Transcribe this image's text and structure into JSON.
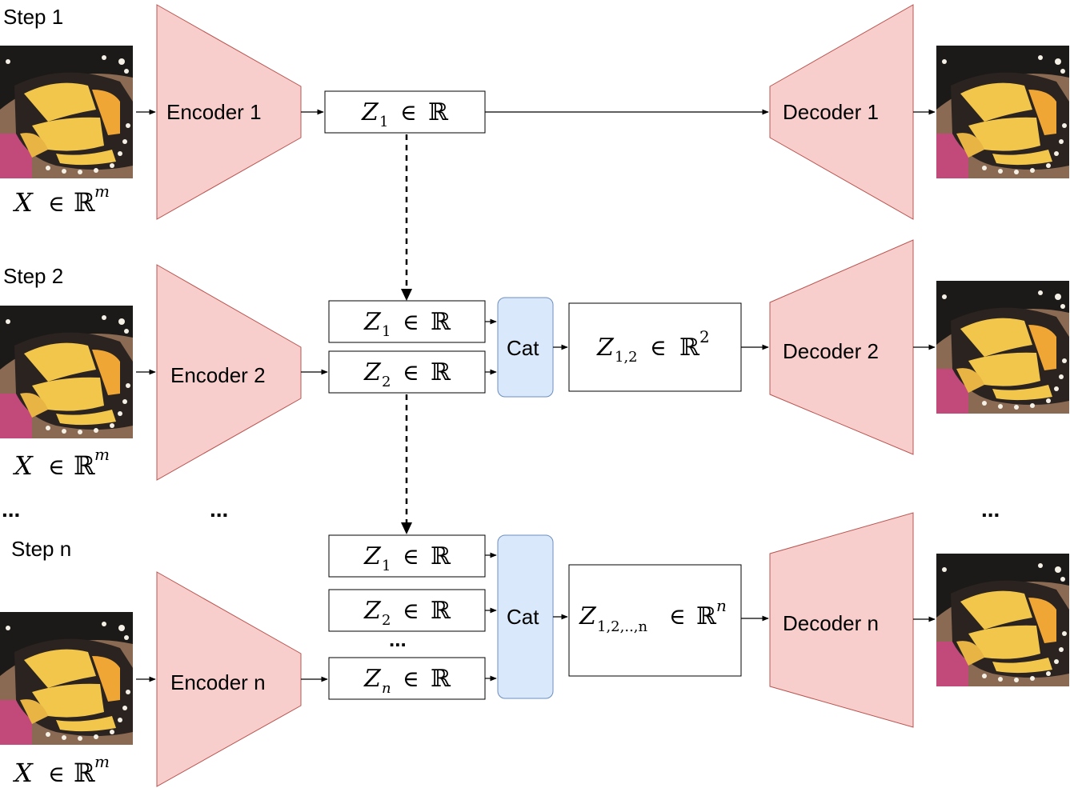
{
  "steps": [
    {
      "label": "Step 1",
      "input_var": "X",
      "input_space": "ℝ",
      "input_exp": "m",
      "encoder": "Encoder 1",
      "decoder": "Decoder 1",
      "latents": [
        {
          "var": "Z",
          "sub": "1",
          "space": "ℝ"
        }
      ]
    },
    {
      "label": "Step 2",
      "input_var": "X",
      "input_space": "ℝ",
      "input_exp": "m",
      "encoder": "Encoder 2",
      "decoder": "Decoder 2",
      "latents": [
        {
          "var": "Z",
          "sub": "1",
          "space": "ℝ"
        },
        {
          "var": "Z",
          "sub": "2",
          "space": "ℝ"
        }
      ],
      "cat": "Cat",
      "concat": {
        "var": "Z",
        "sub": "1,2",
        "space": "ℝ",
        "exp": "2"
      }
    },
    {
      "label": "Step n",
      "input_var": "X",
      "input_space": "ℝ",
      "input_exp": "m",
      "encoder": "Encoder n",
      "decoder": "Decoder n",
      "latents": [
        {
          "var": "Z",
          "sub": "1",
          "space": "ℝ"
        },
        {
          "var": "Z",
          "sub": "2",
          "space": "ℝ"
        },
        {
          "var": "Z",
          "sub": "n",
          "space": "ℝ"
        }
      ],
      "cat": "Cat",
      "concat": {
        "var": "Z",
        "sub": "1,2,..,n",
        "space": "ℝ",
        "exp": "n"
      }
    }
  ],
  "ellipsis": "...",
  "element_of": "∈",
  "colors": {
    "encoder_fill": "#f8cecc",
    "encoder_stroke": "#b85450",
    "cat_fill": "#dae8fc",
    "cat_stroke": "#6c8ebf"
  },
  "icons": {
    "input_image": "butterfly-wing-image",
    "output_image": "butterfly-wing-image"
  }
}
